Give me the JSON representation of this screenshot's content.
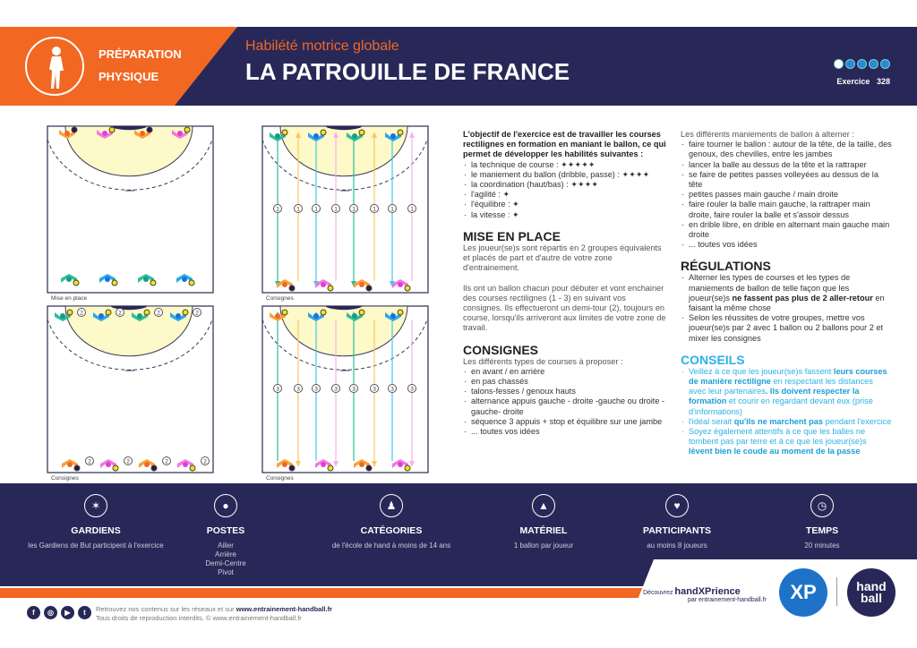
{
  "header": {
    "category_line1": "PRÉPARATION",
    "category_line2": "PHYSIQUE",
    "subtitle": "Habilété motrice globale",
    "title": "LA PATROUILLE DE FRANCE",
    "difficulty": 1,
    "difficulty_max": 5,
    "exercise_label": "Exercice",
    "exercise_number": "328"
  },
  "diagrams": [
    {
      "label": "Mise en place"
    },
    {
      "label": "Consignes",
      "step": "1"
    },
    {
      "label": "Consignes",
      "step": "2"
    },
    {
      "label": "Consignes",
      "step": "3"
    }
  ],
  "objective": {
    "intro": "L'objectif de l'exercice est de travailler les courses rectilignes en formation en maniant le ballon, ce qui permet de développer les habilités suivantes :",
    "items": [
      "la technique de course : ✦✦✦✦✦",
      "le maniement du ballon (dribble, passe) : ✦✦✦✦",
      "la coordination (haut/bas) : ✦✦✦✦",
      "l'agilité : ✦",
      "l'équilibre : ✦",
      "la vitesse : ✦"
    ]
  },
  "mise_en_place": {
    "title": "MISE EN PLACE",
    "p1": "Les joueur(se)s sont répartis en 2 groupes équivalents et placés de part et d'autre de votre zone d'entrainement.",
    "p2": "Ils ont un ballon chacun pour débuter et vont enchainer des courses rectilignes (1 - 3) en suivant vos consignes. Ils effectueront un demi-tour (2), toujours en course, lorsqu'ils arriveront aux limites de votre zone de travail."
  },
  "consignes": {
    "title": "CONSIGNES",
    "intro": "Les différents types de courses à proposer :",
    "items": [
      "en avant / en arrière",
      "en pas chassés",
      "talons-fesses / genoux hauts",
      "alternance appuis gauche - droite -gauche ou droite - gauche- droite",
      "séquence 3 appuis + stop et équilibre sur une jambe",
      "... toutes vos idées"
    ]
  },
  "maniements": {
    "intro": "Les différents maniements de ballon à alterner :",
    "items": [
      "faire tourner le ballon : autour de la tête, de la taille, des genoux, des chevilles, entre les jambes",
      "lancer la balle au dessus de la tête et la rattraper",
      "se faire de petites passes volleyées au dessus de la tête",
      "petites passes main gauche / main droite",
      "faire rouler la balle main gauche, la rattraper main droite, faire rouler la balle et s'assoir dessus",
      "en drible libre, en drible en alternant main gauche main droite",
      "... toutes vos idées"
    ]
  },
  "regulations": {
    "title": "RÉGULATIONS",
    "i1a": "Alterner les types de courses et les types de maniements de ballon de telle façon que les joueur(se)s ",
    "i1b": "ne fassent pas plus de 2 aller-retour",
    "i1c": " en faisant la même chose",
    "i2": "Selon les réussites de votre groupes, mettre vos joueur(se)s par 2 avec 1 ballon ou 2 ballons pour 2 et mixer les consignes"
  },
  "conseils": {
    "title": "CONSEILS",
    "i1a": "Veillez à ce que les joueur(se)s fassent ",
    "i1b": "leurs courses de manière rectiligne",
    "i1c": " en respectant les distances avec leur partenaires",
    "i1d": ". Ils doivent respecter la formation",
    "i1e": " et courir en regardant devant eux (prise d'informations)",
    "i2a": "l'idéal serait ",
    "i2b": "qu'ils ne marchent pas",
    "i2c": " pendant l'exercice",
    "i3a": "Soyez également attentifs à ce que les balles ne tombent pas par terre et à ce que les joueur(se)s ",
    "i3b": "lèvent bien le coude au moment de la passe"
  },
  "footer": {
    "items": [
      {
        "label": "GARDIENS",
        "value": "les Gardiens de But participent à l'exercice",
        "icon": "goalkeeper-icon"
      },
      {
        "label": "POSTES",
        "value": "Ailier\nArrière\nDemi-Centre\nPivot",
        "icon": "positions-icon"
      },
      {
        "label": "CATÉGORIES",
        "value": "de l'école de hand à moins de 14 ans",
        "icon": "categories-icon"
      },
      {
        "label": "MATÉRIEL",
        "value": "1 ballon par joueur",
        "icon": "cone-icon"
      },
      {
        "label": "PARTICIPANTS",
        "value": "au moins 8 joueurs",
        "icon": "participants-icon"
      },
      {
        "label": "TEMPS",
        "value": "20 minutes",
        "icon": "clock-icon"
      }
    ],
    "social_text": "Retrouvez nos contenus sur les réseaux et sur ",
    "site": "www.entrainement-handball.fr",
    "copyright": "Tous droits de reproduction interdits. © www.entrainement-handball.fr",
    "decouvrez": "Découvrez",
    "handxp": "handXPrience",
    "par": "par entrainement-handball.fr",
    "xp_logo": "XP",
    "hb_logo": "hand ball"
  },
  "colors": {
    "orange": "#f26722",
    "navy": "#282858",
    "cyan": "#2bb2e6"
  }
}
